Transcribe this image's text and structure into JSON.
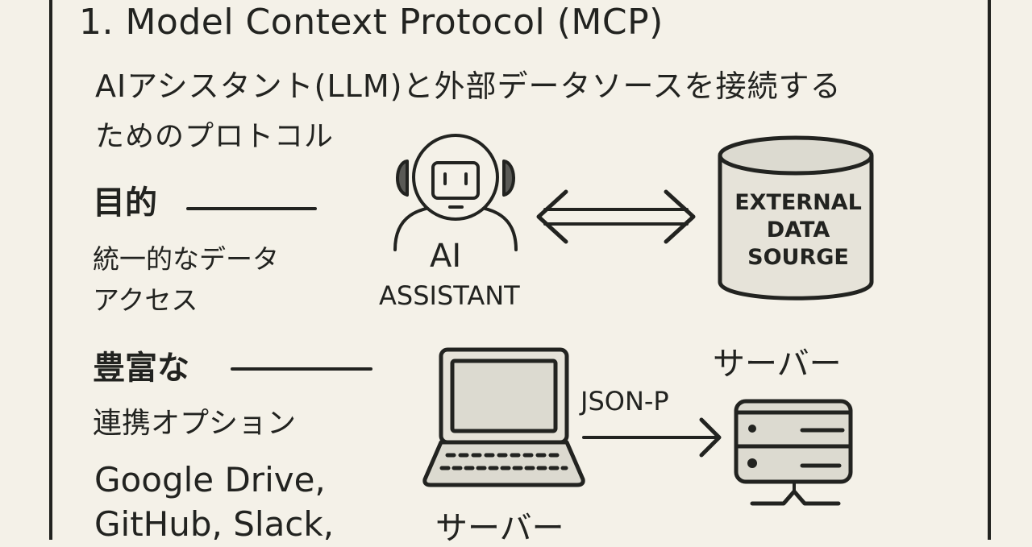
{
  "title": "1. Model Context Protocol (MCP)",
  "subtitle": {
    "line1": "AIアシスタント(LLM)と外部データソースを接続する",
    "line2": "ためのプロトコル"
  },
  "sections": {
    "purpose": {
      "heading": "目的",
      "body_line1": "統一的なデータ",
      "body_line2": "アクセス"
    },
    "integrations": {
      "heading": "豊富な",
      "body": "連携オプション",
      "apps_line1": "Google Drive,",
      "apps_line2": "GitHub, Slack,"
    }
  },
  "diagram": {
    "assistant": {
      "icon": "robot-headset-icon",
      "label_line1": "AI",
      "label_line2": "ASSISTANT"
    },
    "bidirectional_arrow": "double-arrow-icon",
    "data_source": {
      "icon": "database-cylinder-icon",
      "label_line1": "EXTERNAL",
      "label_line2": "DATA",
      "label_line3": "SOURGE"
    },
    "client": {
      "icon": "laptop-icon",
      "label": "サーバー"
    },
    "transport": {
      "label": "JSON-P",
      "icon": "right-arrow-icon"
    },
    "server": {
      "icon": "server-rack-icon",
      "label": "サーバー"
    }
  },
  "colors": {
    "background": "#f4f1e8",
    "ink": "#222320",
    "fill_gray": "#dcdad0",
    "earcup": "#5a5a56"
  }
}
